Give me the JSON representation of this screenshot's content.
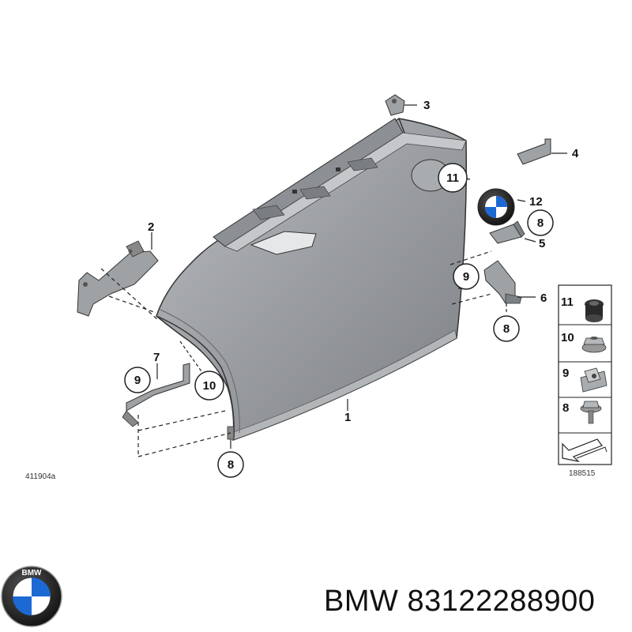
{
  "diagram": {
    "code_left": "411904a",
    "code_right": "188515",
    "callouts": {
      "c1": "1",
      "c2": "2",
      "c3": "3",
      "c4": "4",
      "c5": "5",
      "c6": "6",
      "c7": "7",
      "c8a": "8",
      "c8b": "8",
      "c8c": "8",
      "c9a": "9",
      "c9b": "9",
      "c10": "10",
      "c11": "11",
      "c12": "12"
    },
    "legend": {
      "r11": "11",
      "r10": "10",
      "r9": "9",
      "r8": "8"
    }
  },
  "footer": {
    "brand": "BMW",
    "part_number": "83122288900",
    "logo_letters": "BMW"
  },
  "colors": {
    "panel": "#9a9da1",
    "panel_dark": "#6f7276",
    "bmw_blue": "#1c69d4"
  }
}
